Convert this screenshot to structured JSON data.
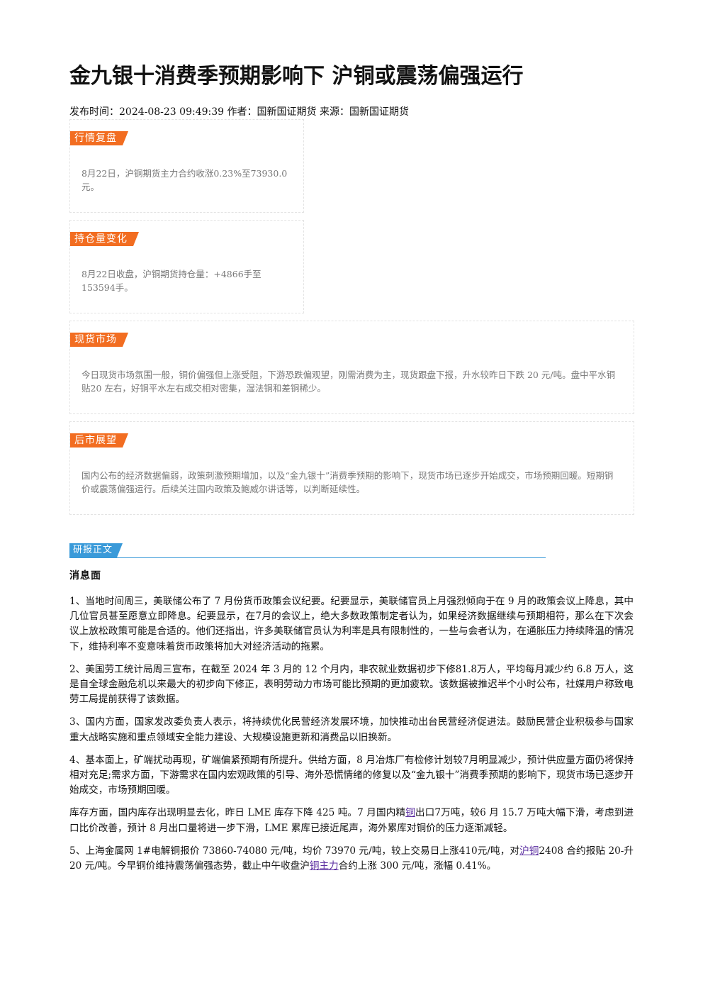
{
  "title": "金九银十消费季预期影响下 沪铜或震荡偏强运行",
  "meta": "发布时间：2024-08-23 09:49:39 作者：国新国证期货 来源：国新国证期货",
  "cards": [
    {
      "tag": "行情复盘",
      "text": "8月22日，沪铜期货主力合约收涨0.23%至73930.0元。"
    },
    {
      "tag": "持仓量变化",
      "text": "8月22日收盘，沪铜期货持仓量：+4866手至153594手。"
    },
    {
      "tag": "现货市场",
      "text": "今日现货市场氛围一般，铜价偏强但上涨受阻，下游恐跌偏观望，刚需消费为主，现货跟盘下报，升水较昨日下跌 20 元/吨。盘中平水铜贴20 左右，好铜平水左右成交相对密集，湿法铜和差铜稀少。"
    },
    {
      "tag": "后市展望",
      "text": "国内公布的经济数据偏弱，政策刺激预期增加，以及“金九银十”消费季预期的影响下，现货市场已逐步开始成交，市场预期回暖。短期铜价或震荡偏强运行。后续关注国内政策及鲍威尔讲话等，以判断延续性。"
    }
  ],
  "report_tag": "研报正文",
  "section_heading": "消息面",
  "paragraphs": {
    "p1": "1、当地时间周三，美联储公布了 7 月份货币政策会议纪要。纪要显示，美联储官员上月强烈倾向于在 9 月的政策会议上降息，其中几位官员甚至愿意立即降息。纪要显示，在7月的会议上，绝大多数政策制定者认为，如果经济数据继续与预期相符，那么在下次会议上放松政策可能是合适的。他们还指出，许多美联储官员认为利率是具有限制性的，一些与会者认为，在通胀压力持续降温的情况下，维持利率不变意味着货币政策将加大对经济活动的拖累。",
    "p2": "2、美国劳工统计局周三宣布，在截至 2024 年 3 月的 12 个月内，非农就业数据初步下修81.8万人，平均每月减少约 6.8 万人，这是自全球金融危机以来最大的初步向下修正，表明劳动力市场可能比预期的更加疲软。该数据被推迟半个小时公布，社媒用户称致电劳工局提前获得了该数据。",
    "p3": "3、国内方面，国家发改委负责人表示，将持续优化民营经济发展环境，加快推动出台民营经济促进法。鼓励民营企业积极参与国家重大战略实施和重点领域安全能力建设、大规模设施更新和消费品以旧换新。",
    "p4": "4、基本面上，矿端扰动再现，矿端偏紧预期有所提升。供给方面，8 月冶炼厂有检修计划较7月明显减少，预计供应量方面仍将保持相对充足;需求方面，下游需求在国内宏观政策的引导、海外恐慌情绪的修复以及“金九银十”消费季预期的影响下，现货市场已逐步开始成交，市场预期回暖。",
    "p5a": "库存方面，国内库存出现明显去化，昨日 LME 库存下降 425 吨。7 月国内精",
    "p5link": "铜",
    "p5b": "出口7万吨，较6 月 15.7 万吨大幅下滑，考虑到进口比价改善，预计 8 月出口量将进一步下滑，LME 累库已接近尾声，海外累库对铜价的压力逐渐减轻。",
    "p6a": "5、上海金属网 1#电解铜报价 73860-74080 元/吨，均价 73970 元/吨，较上交易日上涨410元/吨，对",
    "p6link1": "沪铜",
    "p6b": "2408 合约报贴 20-升 20 元/吨。今早铜价维持震荡偏强态势，截止中午收盘沪",
    "p6link2": "铜主力",
    "p6c": "合约上涨 300 元/吨，涨幅 0.41%。"
  }
}
